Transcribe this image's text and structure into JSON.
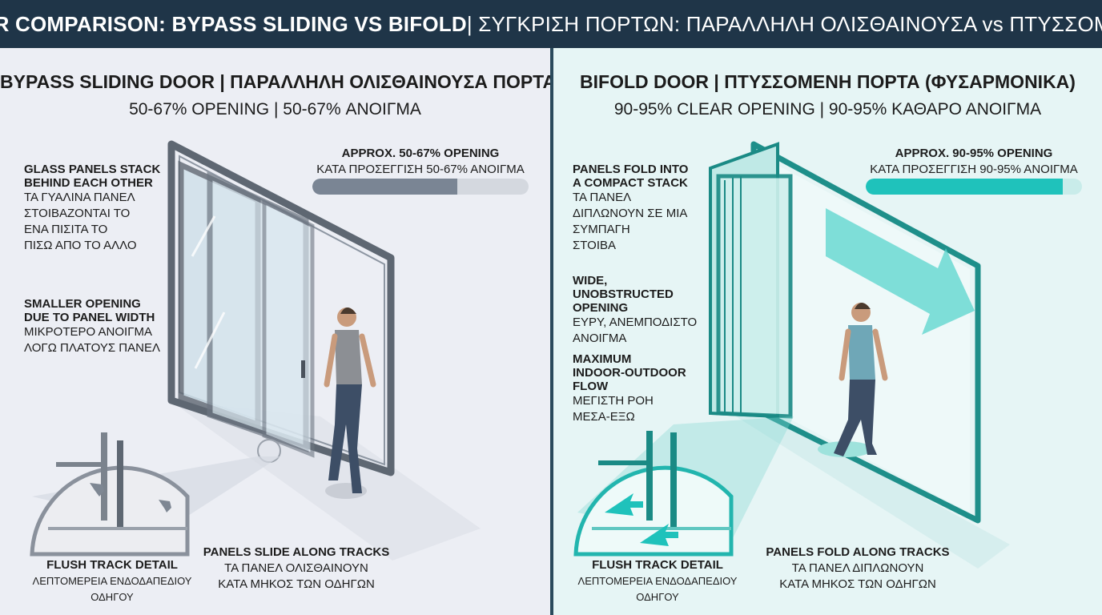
{
  "header": {
    "title_en": "DOOR COMPARISON: BYPASS SLIDING VS BIFOLD",
    "title_gr": " | ΣΥΓΚΡΙΣΗ ΠΟΡΤΩΝ: ΠΑΡΑΛΛΗΛΗ ΟΛΙΣΘΑΙΝΟΥΣΑ vs ΠΤΥΣΣΟΜΕΝΗ"
  },
  "colors": {
    "header_bg": "#1f3548",
    "left_accent": "#7a8594",
    "right_accent": "#1fc2bb",
    "divider": "#2a4a5c"
  },
  "left": {
    "title": "BYPASS SLIDING DOOR | ΠΑΡΑΛΛΗΛΗ ΟΛΙΣΘΑΙΝΟΥΣΑ ΠΟΡΤΑ",
    "subtitle": "50-67% OPENING | 50-67% ΑΝΟΙΓΜΑ",
    "opening": {
      "label_en": "APPROX. 50-67% OPENING",
      "label_gr": "ΚΑΤΑ ΠΡΟΣΕΓΓΙΣΗ 50-67% ΑΝΟΙΓΜΑ",
      "fill_fraction": 0.67
    },
    "notes": [
      {
        "en": "GLASS PANELS STACK\nBEHIND EACH OTHER",
        "gr": "ΤΑ ΓΥΑΛΙΝΑ ΠΑΝΕΛ\nΣΤΟΙΒΑΖΟΝΤΑΙ ΤΟ\nΕΝΑ ΠΙΣΙΤΑ ΤΟ\nΠΙΣΩ ΑΠΟ ΤΟ ΑΛΛΟ"
      },
      {
        "en": "SMALLER OPENING\nDUE TO PANEL WIDTH",
        "gr": "ΜΙΚΡΟΤΕΡΟ ΑΝΟΙΓΜΑ\nΛΟΓΩ ΠΛΑΤΟΥΣ ΠΑΝΕΛ"
      }
    ],
    "detail": {
      "en": "FLUSH TRACK DETAIL",
      "gr": "ΛΕΠΤΟΜΕΡΕΙΑ ΕΝΔΟΔΑΠΕΔΙΟΥ ΟΔΗΓΟΥ"
    },
    "tracks": {
      "en": "PANELS SLIDE ALONG TRACKS",
      "gr": "ΤΑ ΠΑΝΕΛ ΟΛΙΣΘΑΙΝΟΥΝ\nΚΑΤΑ ΜΗΚΟΣ ΤΩΝ ΟΔΗΓΩΝ"
    }
  },
  "right": {
    "title": "BIFOLD DOOR | ΠΤΥΣΣΟΜΕΝΗ ΠΟΡΤΑ (ΦΥΣΑΡΜΟΝΙΚΑ)",
    "subtitle": "90-95% CLEAR OPENING | 90-95% ΚΑΘΑΡΟ ΑΝΟΙΓΜΑ",
    "opening": {
      "label_en": "APPROX. 90-95% OPENING",
      "label_gr": "ΚΑΤΑ ΠΡΟΣΕΓΓΙΣΗ 90-95% ΑΝΟΙΓΜΑ",
      "fill_fraction": 0.91
    },
    "notes": [
      {
        "en": "PANELS FOLD INTO\nA COMPACT STACK",
        "gr": "ΤΑ ΠΑΝΕΛ\nΔΙΠΛΩΝΟΥΝ ΣΕ ΜΙΑ\nΣΥΜΠΑΓΗ\nΣΤΟΙΒΑ"
      },
      {
        "en": "WIDE,\nUNOBSTRUCTED\nOPENING",
        "gr": "ΕΥΡΥ, ΑΝΕΜΠΟΔΙΣΤΟ\nΑΝΟΙΓΜΑ"
      },
      {
        "en": "MAXIMUM\nINDOOR-OUTDOOR\nFLOW",
        "gr": "ΜΕΓΙΣΤΗ ΡΟΗ\nΜΕΣΑ-ΕΞΩ"
      }
    ],
    "detail": {
      "en": "FLUSH TRACK DETAIL",
      "gr": "ΛΕΠΤΟΜΕΡΕΙΑ ΕΝΔΟΔΑΠΕΔΙΟΥ ΟΔΗΓΟΥ"
    },
    "tracks": {
      "en": "PANELS FOLD ALONG TRACKS",
      "gr": "ΤΑ ΠΑΝΕΛ ΔΙΠΛΩΝΟΥΝ\nΚΑΤΑ ΜΗΚΟΣ ΤΩΝ ΟΔΗΓΩΝ"
    }
  }
}
